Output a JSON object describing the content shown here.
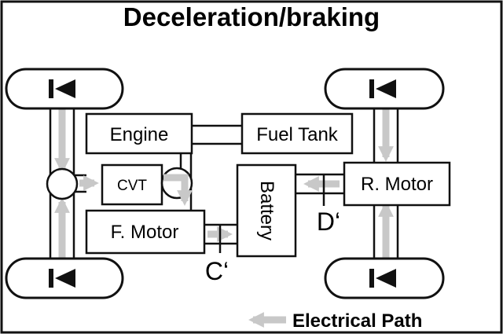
{
  "title": "Deceleration/braking",
  "components": {
    "engine": "Engine",
    "fuel_tank": "Fuel Tank",
    "cvt": "CVT",
    "front_motor": "F. Motor",
    "battery": "Battery",
    "rear_motor": "R. Motor"
  },
  "markers": {
    "c_prime": "C‘",
    "d_prime": "D‘"
  },
  "legend": {
    "label": "Electrical Path"
  },
  "colors": {
    "line": "#111111",
    "path_arrow": "#c8c8c8",
    "wheel_fill": "#ffffff"
  }
}
